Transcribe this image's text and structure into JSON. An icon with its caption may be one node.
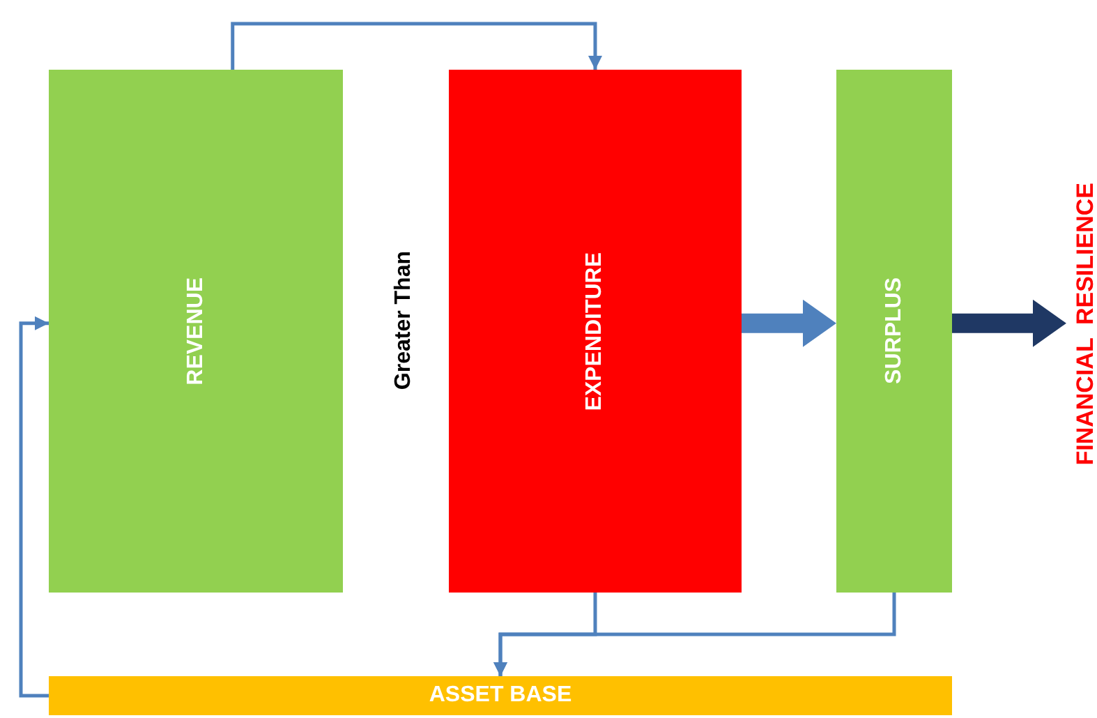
{
  "diagram": {
    "nodes": [
      {
        "text": [
          "REVENUE"
        ]
      },
      {
        "text": [
          "EXPENDITURE"
        ]
      },
      {
        "text": [
          "SURPLUS"
        ]
      },
      {
        "text": [
          "FINANCIAL  RESILIENCE"
        ]
      },
      {
        "text": [
          "ASSET BASE"
        ]
      }
    ],
    "edges": [
      {
        "from": 0,
        "to": 1,
        "arrow": "to"
      },
      {
        "from": 1,
        "to": 4,
        "arrow": "to"
      },
      {
        "from": 2,
        "to": 4,
        "arrow": "to"
      },
      {
        "from": 4,
        "to": 0,
        "arrow": "to"
      },
      {
        "from": 1,
        "to": 2,
        "arrow": "to",
        "style": "thick"
      },
      {
        "from": 2,
        "to": 3,
        "arrow": "to",
        "style": "thick",
        "color": "#1f3864"
      }
    ],
    "labels": [
      "Greater Than"
    ]
  }
}
